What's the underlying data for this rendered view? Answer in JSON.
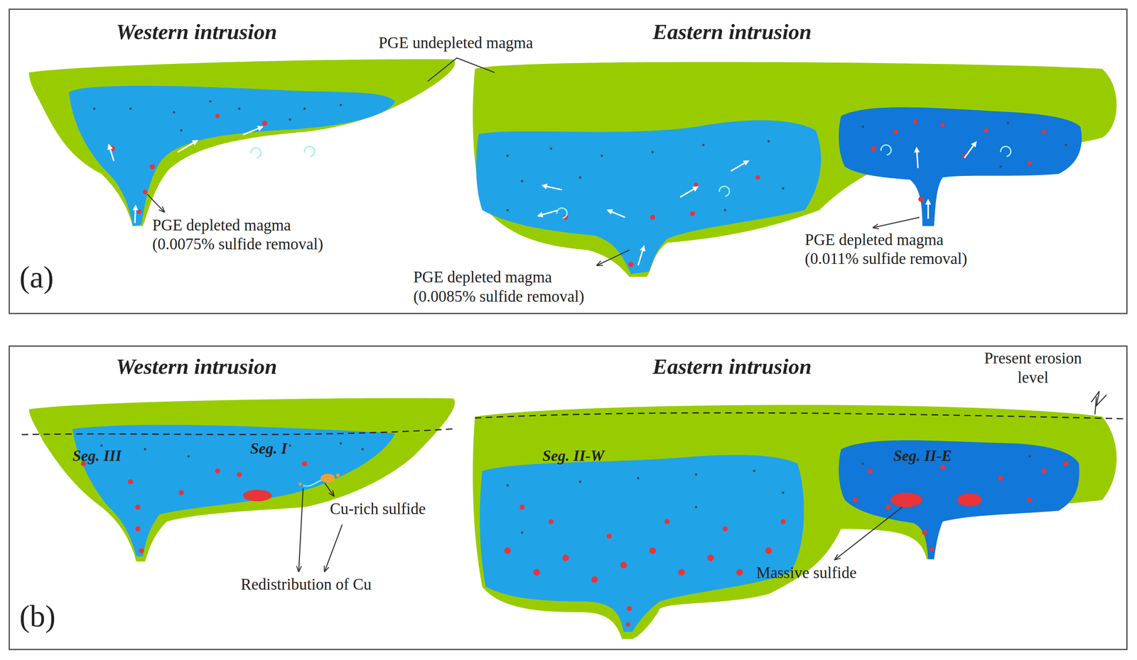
{
  "diagram": {
    "nodes": [
      {
        "text": [
          "(a)"
        ]
      },
      {
        "text": [
          "(b)"
        ]
      }
    ],
    "labels": [
      "Western intrusion",
      "Eastern intrusion",
      "PGE undepleted magma",
      "PGE depleted magma (0.0075% sulfide removal)",
      "PGE depleted magma (0.0085% sulfide removal)",
      "PGE depleted magma (0.011% sulfide removal)",
      "Western intrusion",
      "Eastern intrusion",
      "Present erosion level",
      "Seg. III",
      "Seg. I",
      "Seg. II-W",
      "Seg. II-E",
      "Cu-rich sulfide",
      "Redistribution of Cu",
      "Massive sulfide"
    ]
  }
}
